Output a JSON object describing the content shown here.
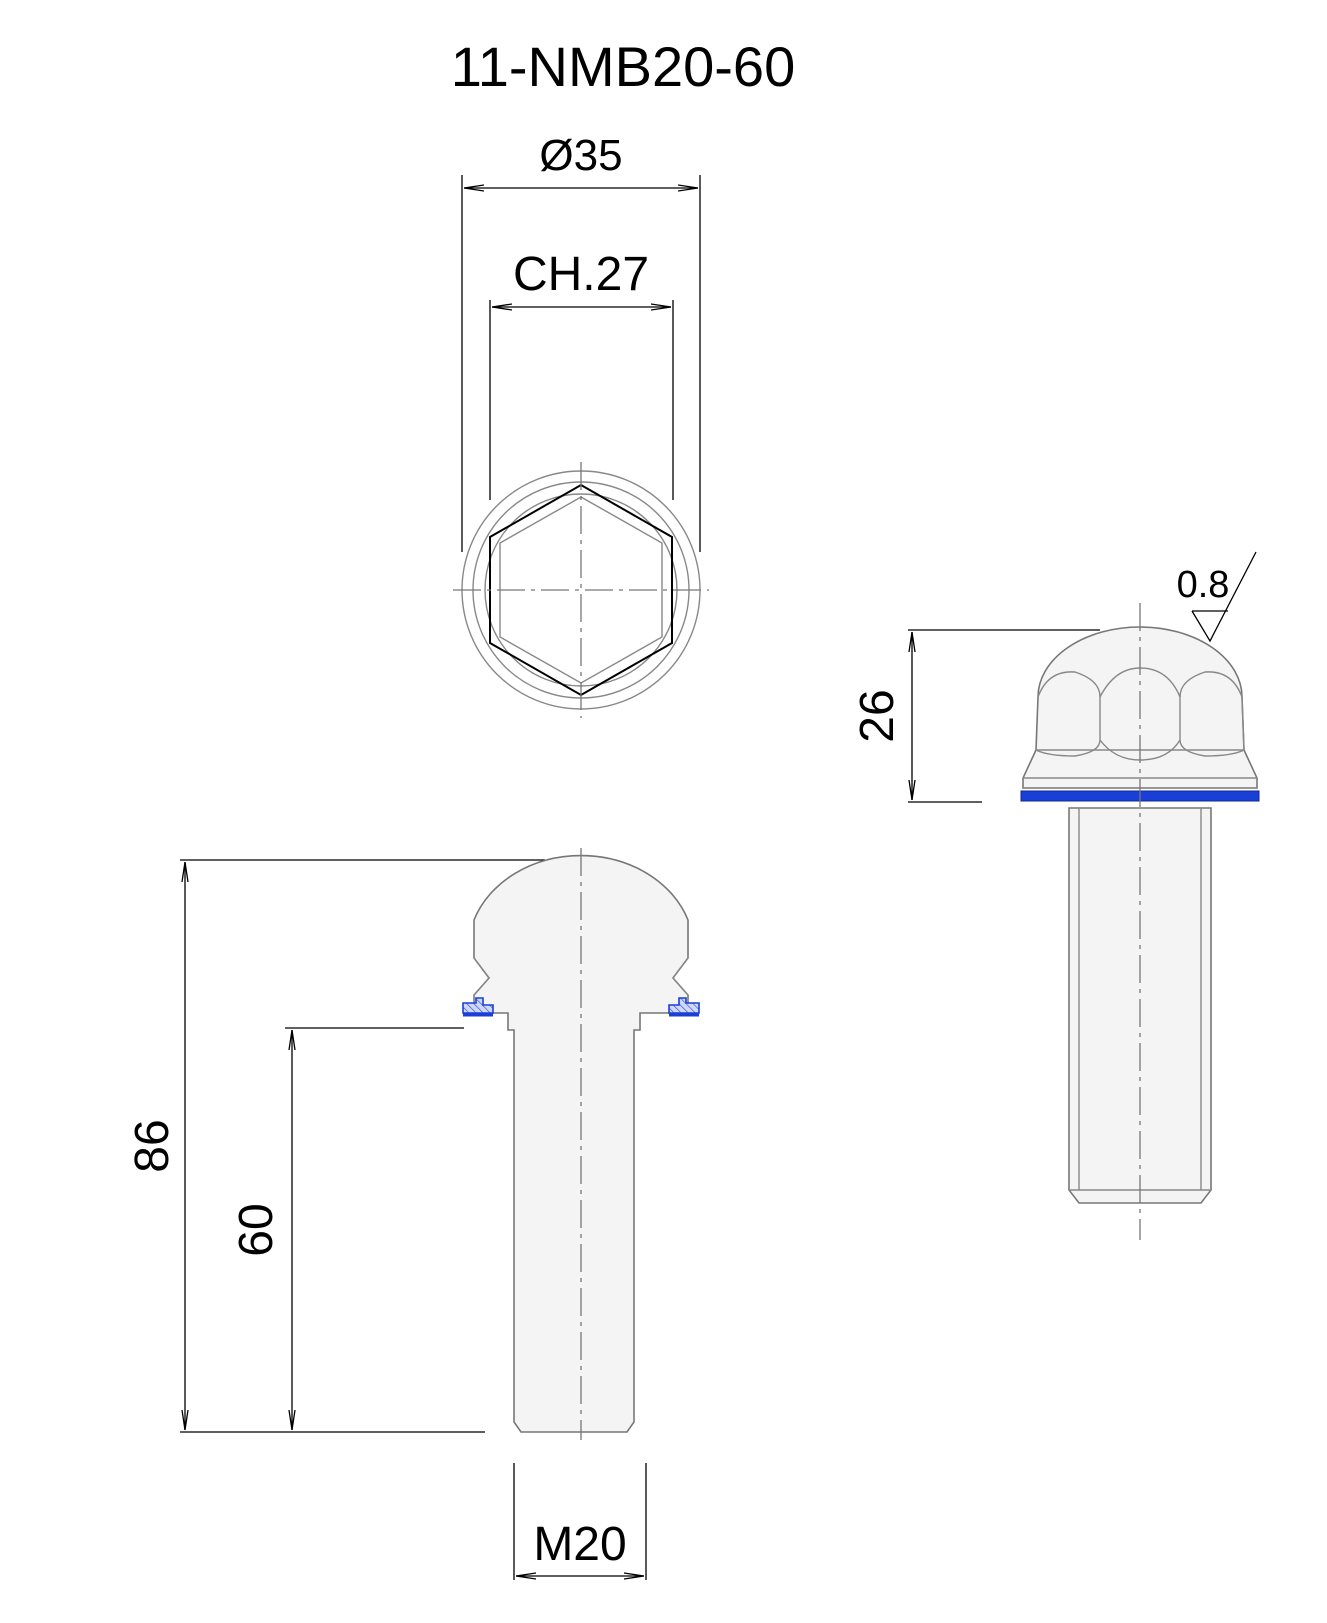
{
  "title": "11-NMB20-60",
  "dimensions": {
    "head_diameter": "Ø35",
    "wrench_size": "CH.27",
    "total_length": "86",
    "thread_length": "60",
    "thread": "M20",
    "head_height": "26",
    "seal_thickness": "0.8"
  },
  "colors": {
    "seal": "#1a3fd6",
    "seal_hatch": "#3c5be0"
  }
}
